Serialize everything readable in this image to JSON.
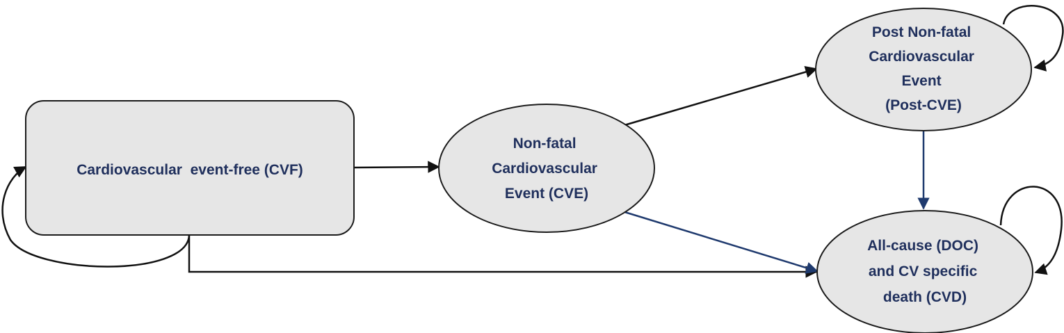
{
  "nodes": {
    "cvf": {
      "lines": [
        "Cardiovascular  event-free (CVF)"
      ]
    },
    "cve": {
      "lines": [
        "Non-fatal",
        "Cardiovascular",
        "Event (CVE)"
      ]
    },
    "post_cve": {
      "lines": [
        "Post Non-fatal",
        "Cardiovascular",
        "Event",
        "(Post-CVE)"
      ]
    },
    "death": {
      "lines": [
        "All-cause (DOC)",
        "and CV specific",
        "death (CVD)"
      ]
    }
  },
  "colors": {
    "node_fill": "#e6e6e6",
    "node_stroke": "#1a1a1a",
    "label_text": "#1f2f5c",
    "edge_black": "#111111",
    "edge_navy": "#1f3a6e"
  },
  "edges": [
    {
      "from": "cvf",
      "to": "cvf",
      "kind": "self-loop"
    },
    {
      "from": "cvf",
      "to": "cve"
    },
    {
      "from": "cvf",
      "to": "death"
    },
    {
      "from": "cve",
      "to": "post_cve"
    },
    {
      "from": "cve",
      "to": "death"
    },
    {
      "from": "post_cve",
      "to": "post_cve",
      "kind": "self-loop"
    },
    {
      "from": "post_cve",
      "to": "death"
    },
    {
      "from": "death",
      "to": "death",
      "kind": "self-loop"
    }
  ]
}
